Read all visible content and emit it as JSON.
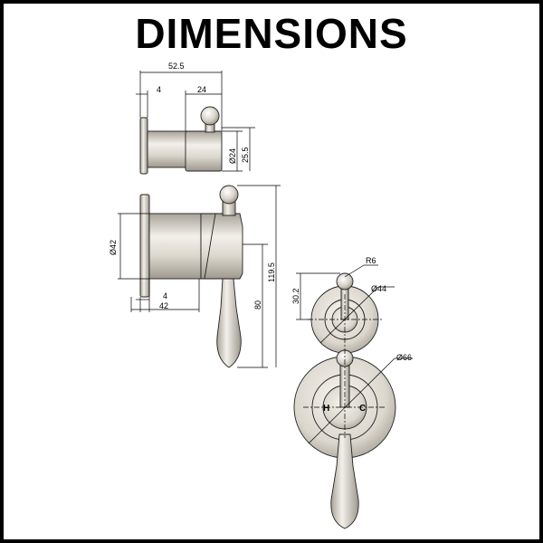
{
  "title": "DIMENSIONS",
  "colors": {
    "frame": "#000000",
    "metal_light": "#f3f0ea",
    "metal_mid": "#d8d3c9",
    "metal_dark": "#a8a398"
  },
  "dimensions": {
    "top_overall": "52.5",
    "top_flange": "4",
    "top_handle": "24",
    "top_dia": "Ø24",
    "top_height": "25.5",
    "body_dia": "Ø42",
    "body_flange": "4",
    "body_depth": "42",
    "lever_length": "80",
    "overall_height": "119.5",
    "front_radius": "R6",
    "front_small_dia": "Ø44",
    "front_offset": "30.2",
    "front_large_dia": "Ø66"
  },
  "labels": {
    "hot": "H",
    "cold": "C"
  }
}
